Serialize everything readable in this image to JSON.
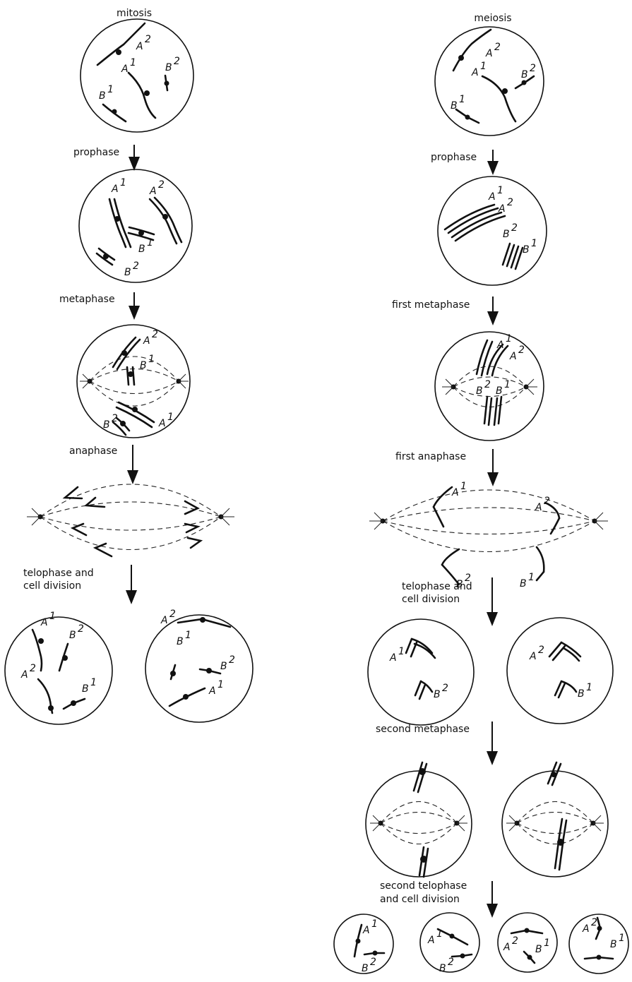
{
  "mitosis": {
    "title": "mitosis",
    "stages": [
      "prophase",
      "metaphase",
      "anaphase",
      "telophase and",
      "cell division"
    ]
  },
  "meiosis": {
    "title": "meiosis",
    "stages": [
      "prophase",
      "first metaphase",
      "first anaphase",
      "telophase and",
      "cell division",
      "second metaphase",
      "second telophase",
      "and cell division"
    ]
  },
  "chromosome_labels": {
    "A1": "A",
    "A2": "A",
    "B1": "B",
    "B2": "B",
    "sup1": "1",
    "sup2": "2"
  }
}
